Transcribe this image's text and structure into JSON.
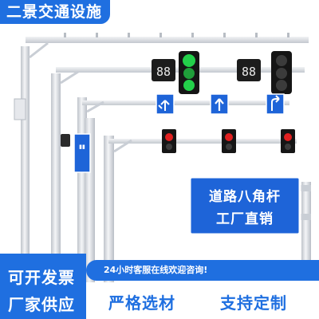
{
  "brand": {
    "title": "二景交通设施"
  },
  "sign": {
    "line1": "道路八角杆",
    "line2": "工厂直销"
  },
  "promo": {
    "line1": "可开发票",
    "line2": "厂家供应"
  },
  "banner": {
    "text": "24小时客服在线欢迎咨询!"
  },
  "footer": {
    "item1": "严格选材",
    "item2": "支持定制"
  },
  "timers": {
    "left": "88",
    "right": "88"
  },
  "colors": {
    "brand_blue": "#1f6fe0",
    "sign_blue": "#1e64d8",
    "pole_gray": "#d9dde3",
    "light_green": "#23d04a",
    "light_red": "#e02020"
  },
  "icons": [
    "traffic-light-icon",
    "arrow-left-turn-icon",
    "arrow-straight-icon",
    "arrow-right-turn-icon"
  ]
}
